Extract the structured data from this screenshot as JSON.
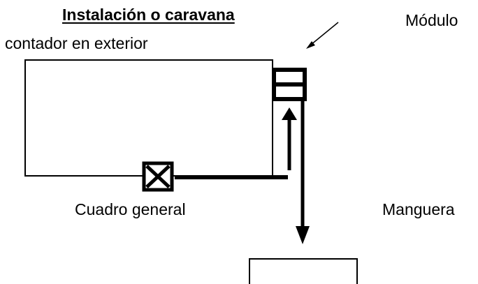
{
  "labels": {
    "title": "Instalación o caravana",
    "subtitle": "contador en exterior",
    "module": "Módulo",
    "main_panel": "Cuadro general",
    "hose": "Manguera"
  },
  "colors": {
    "stroke": "#000000",
    "background": "#ffffff"
  },
  "icons": {
    "main_panel": "crossed-box-icon",
    "module": "double-compartment-box-icon"
  }
}
